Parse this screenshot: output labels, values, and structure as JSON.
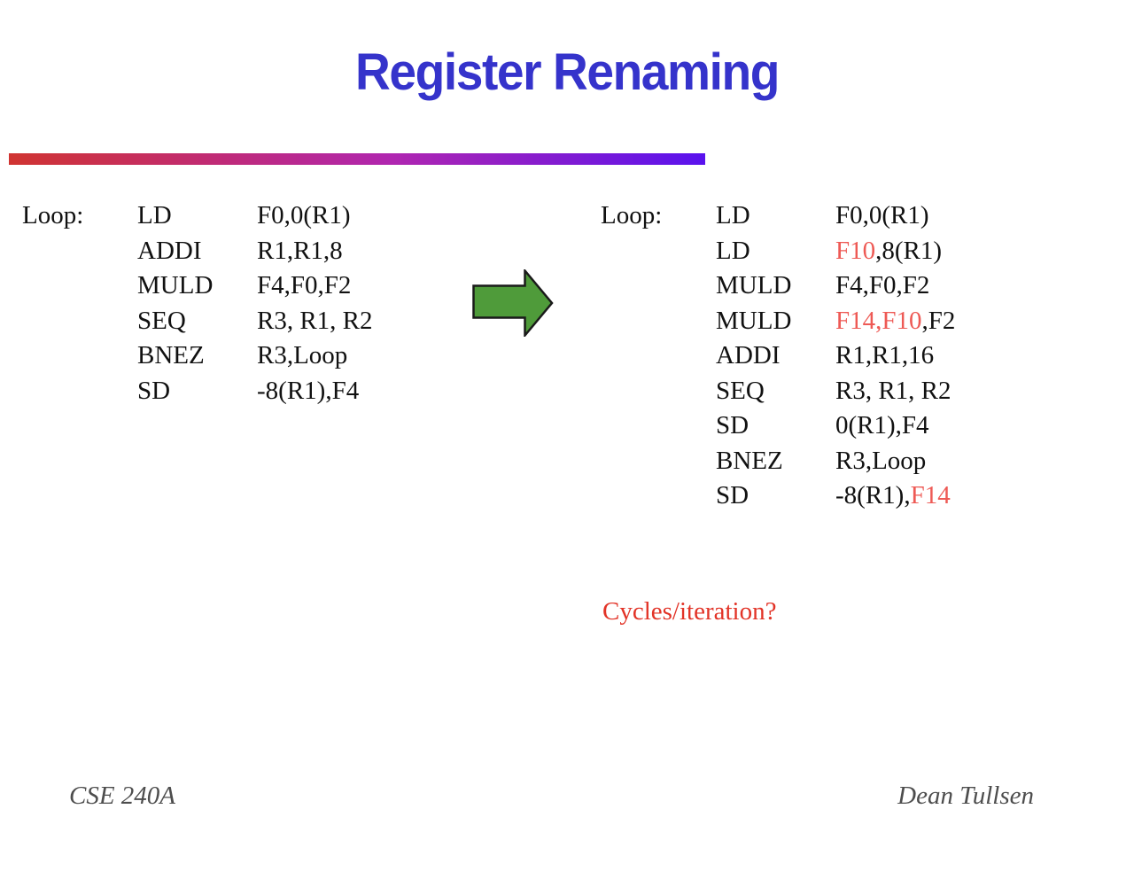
{
  "title": "Register Renaming",
  "colors": {
    "title": "#3533cb",
    "bar_start": "#d03431",
    "bar_end": "#5912ee",
    "code_red": "#ee5a55",
    "question_red": "#e23327",
    "arrow_green": "#4f9b3a",
    "arrow_outline": "#1a1a1a",
    "footer_gray": "#4d4d4d"
  },
  "code_blocks": [
    {
      "id": "original",
      "rows": [
        {
          "label": "Loop:",
          "opcode": "LD",
          "operands": [
            {
              "text": "F0,0(R1)",
              "red": false
            }
          ]
        },
        {
          "label": "",
          "opcode": "ADDI",
          "operands": [
            {
              "text": "R1,R1,8",
              "red": false
            }
          ]
        },
        {
          "label": "",
          "opcode": "MULD",
          "operands": [
            {
              "text": "F4,F0,F2",
              "red": false
            }
          ]
        },
        {
          "label": "",
          "opcode": "SEQ",
          "operands": [
            {
              "text": "R3, R1, R2",
              "red": false
            }
          ]
        },
        {
          "label": "",
          "opcode": "BNEZ",
          "operands": [
            {
              "text": "R3,Loop",
              "red": false
            }
          ]
        },
        {
          "label": "",
          "opcode": "SD",
          "operands": [
            {
              "text": "-8(R1),F4",
              "red": false
            }
          ]
        }
      ]
    },
    {
      "id": "renamed",
      "rows": [
        {
          "label": "Loop:",
          "opcode": "LD",
          "operands": [
            {
              "text": "F0,0(R1)",
              "red": false
            }
          ]
        },
        {
          "label": "",
          "opcode": "LD",
          "operands": [
            {
              "text": "F10",
              "red": true
            },
            {
              "text": ",8(R1)",
              "red": false
            }
          ]
        },
        {
          "label": "",
          "opcode": "MULD",
          "operands": [
            {
              "text": "F4,F0,F2",
              "red": false
            }
          ]
        },
        {
          "label": "",
          "opcode": "MULD",
          "operands": [
            {
              "text": "F14,F10",
              "red": true
            },
            {
              "text": ",F2",
              "red": false
            }
          ]
        },
        {
          "label": "",
          "opcode": "ADDI",
          "operands": [
            {
              "text": "R1,R1,16",
              "red": false
            }
          ]
        },
        {
          "label": "",
          "opcode": "SEQ",
          "operands": [
            {
              "text": "R3, R1, R2",
              "red": false
            }
          ]
        },
        {
          "label": "",
          "opcode": "SD",
          "operands": [
            {
              "text": "0(R1),F4",
              "red": false
            }
          ]
        },
        {
          "label": "",
          "opcode": "BNEZ",
          "operands": [
            {
              "text": "R3,Loop",
              "red": false
            }
          ]
        },
        {
          "label": "",
          "opcode": "SD",
          "operands": [
            {
              "text": "-8(R1),",
              "red": false
            },
            {
              "text": "F14",
              "red": true
            }
          ]
        }
      ]
    }
  ],
  "question": "Cycles/iteration?",
  "footer": {
    "left": "CSE 240A",
    "right": "Dean Tullsen"
  }
}
